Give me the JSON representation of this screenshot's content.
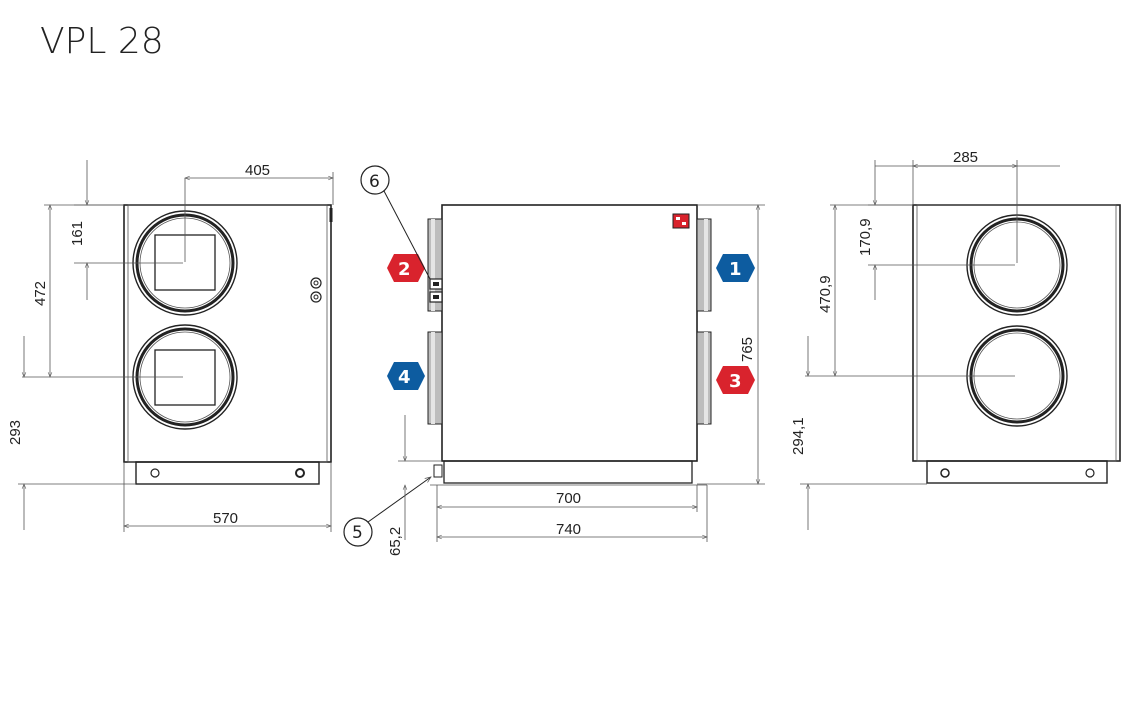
{
  "title": "VPL 28",
  "colors": {
    "red": "#d9232d",
    "blue": "#0d5ca0",
    "line": "#222222",
    "duct": "#b7b7b7"
  },
  "left_view": {
    "dim_top": "405",
    "dim_upper": "161",
    "dim_mid": "472",
    "dim_lower": "293",
    "dim_width": "570"
  },
  "side_view": {
    "badge_1": "1",
    "badge_2": "2",
    "badge_3": "3",
    "badge_4": "4",
    "callout_5": "5",
    "callout_6": "6",
    "dim_height": "765",
    "dim_foot": "65,2",
    "dim_inner_width": "700",
    "dim_outer_width": "740"
  },
  "right_view": {
    "dim_top": "285",
    "dim_upper": "170,9",
    "dim_mid": "470,9",
    "dim_lower": "294,1"
  }
}
